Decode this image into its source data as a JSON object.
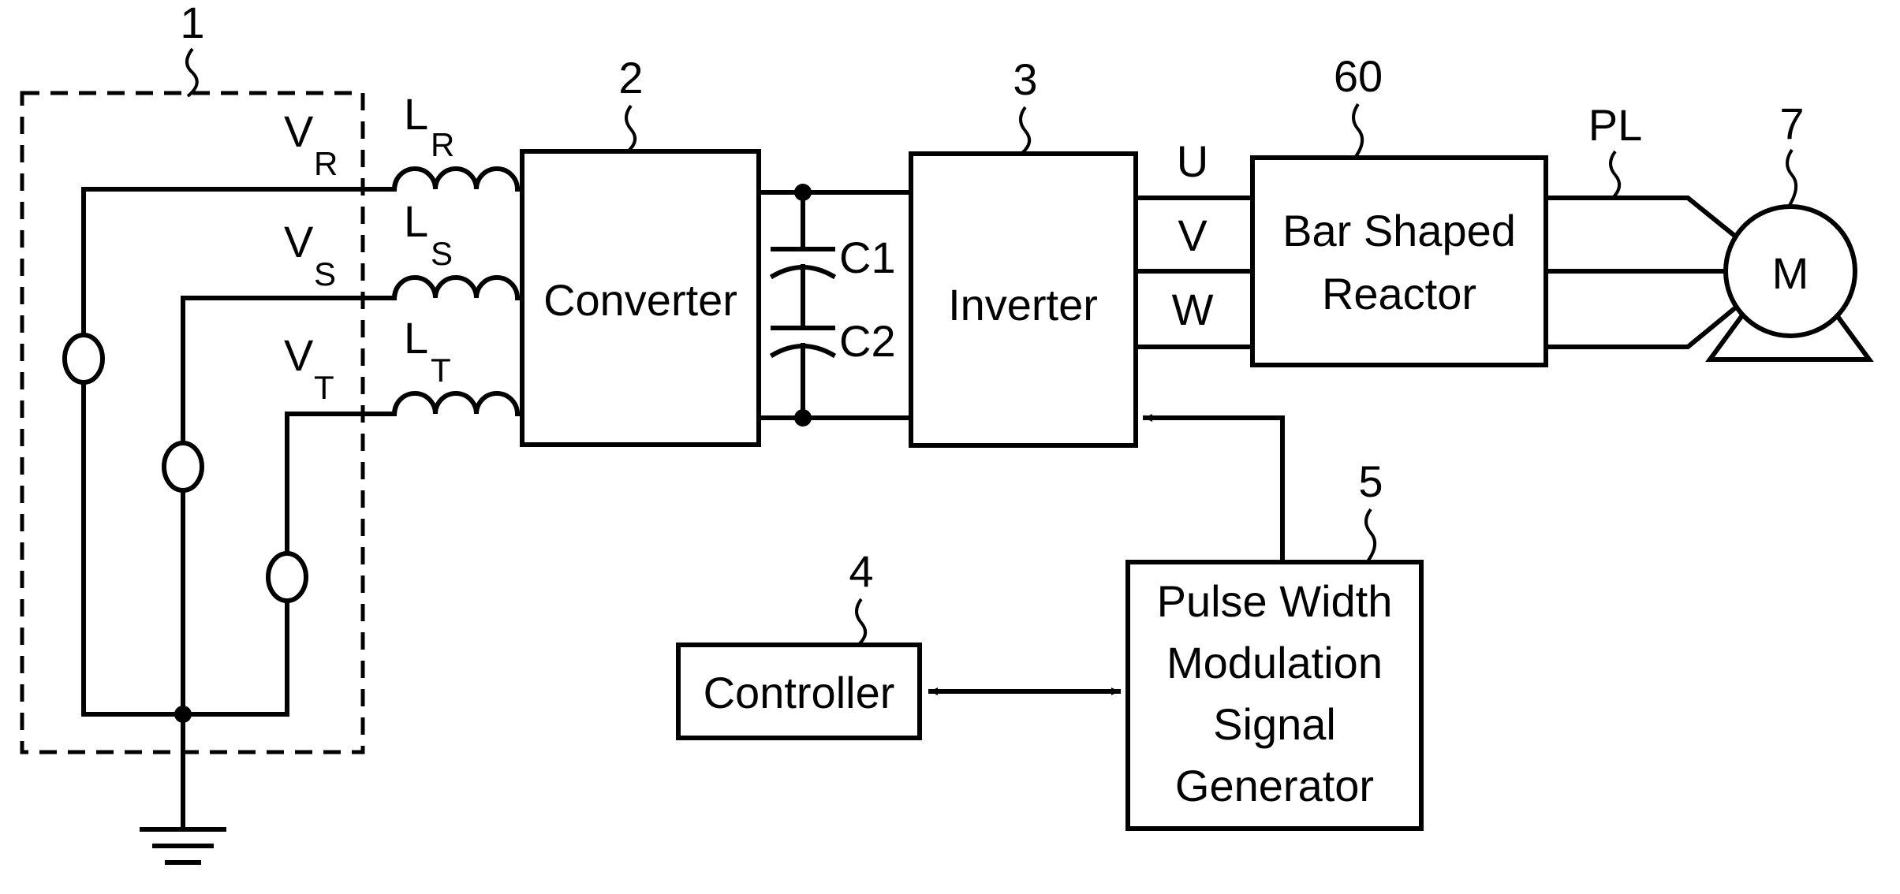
{
  "refs": {
    "source": "1",
    "converter": "2",
    "inverter": "3",
    "controller": "4",
    "pwm": "5",
    "reactor": "60",
    "motor": "7"
  },
  "source_labels": {
    "vr_main": "V",
    "vr_sub": "R",
    "vs_main": "V",
    "vs_sub": "S",
    "vt_main": "V",
    "vt_sub": "T"
  },
  "inductor_labels": {
    "lr_main": "L",
    "lr_sub": "R",
    "ls_main": "L",
    "ls_sub": "S",
    "lt_main": "L",
    "lt_sub": "T"
  },
  "blocks": {
    "converter": "Converter",
    "inverter": "Inverter",
    "reactor_line1": "Bar Shaped",
    "reactor_line2": "Reactor",
    "controller": "Controller",
    "pwm_line1": "Pulse Width",
    "pwm_line2": "Modulation",
    "pwm_line3": "Signal",
    "pwm_line4": "Generator",
    "motor": "M"
  },
  "capacitors": {
    "c1": "C1",
    "c2": "C2"
  },
  "phases": {
    "u": "U",
    "v": "V",
    "w": "W"
  },
  "power_line": "PL"
}
